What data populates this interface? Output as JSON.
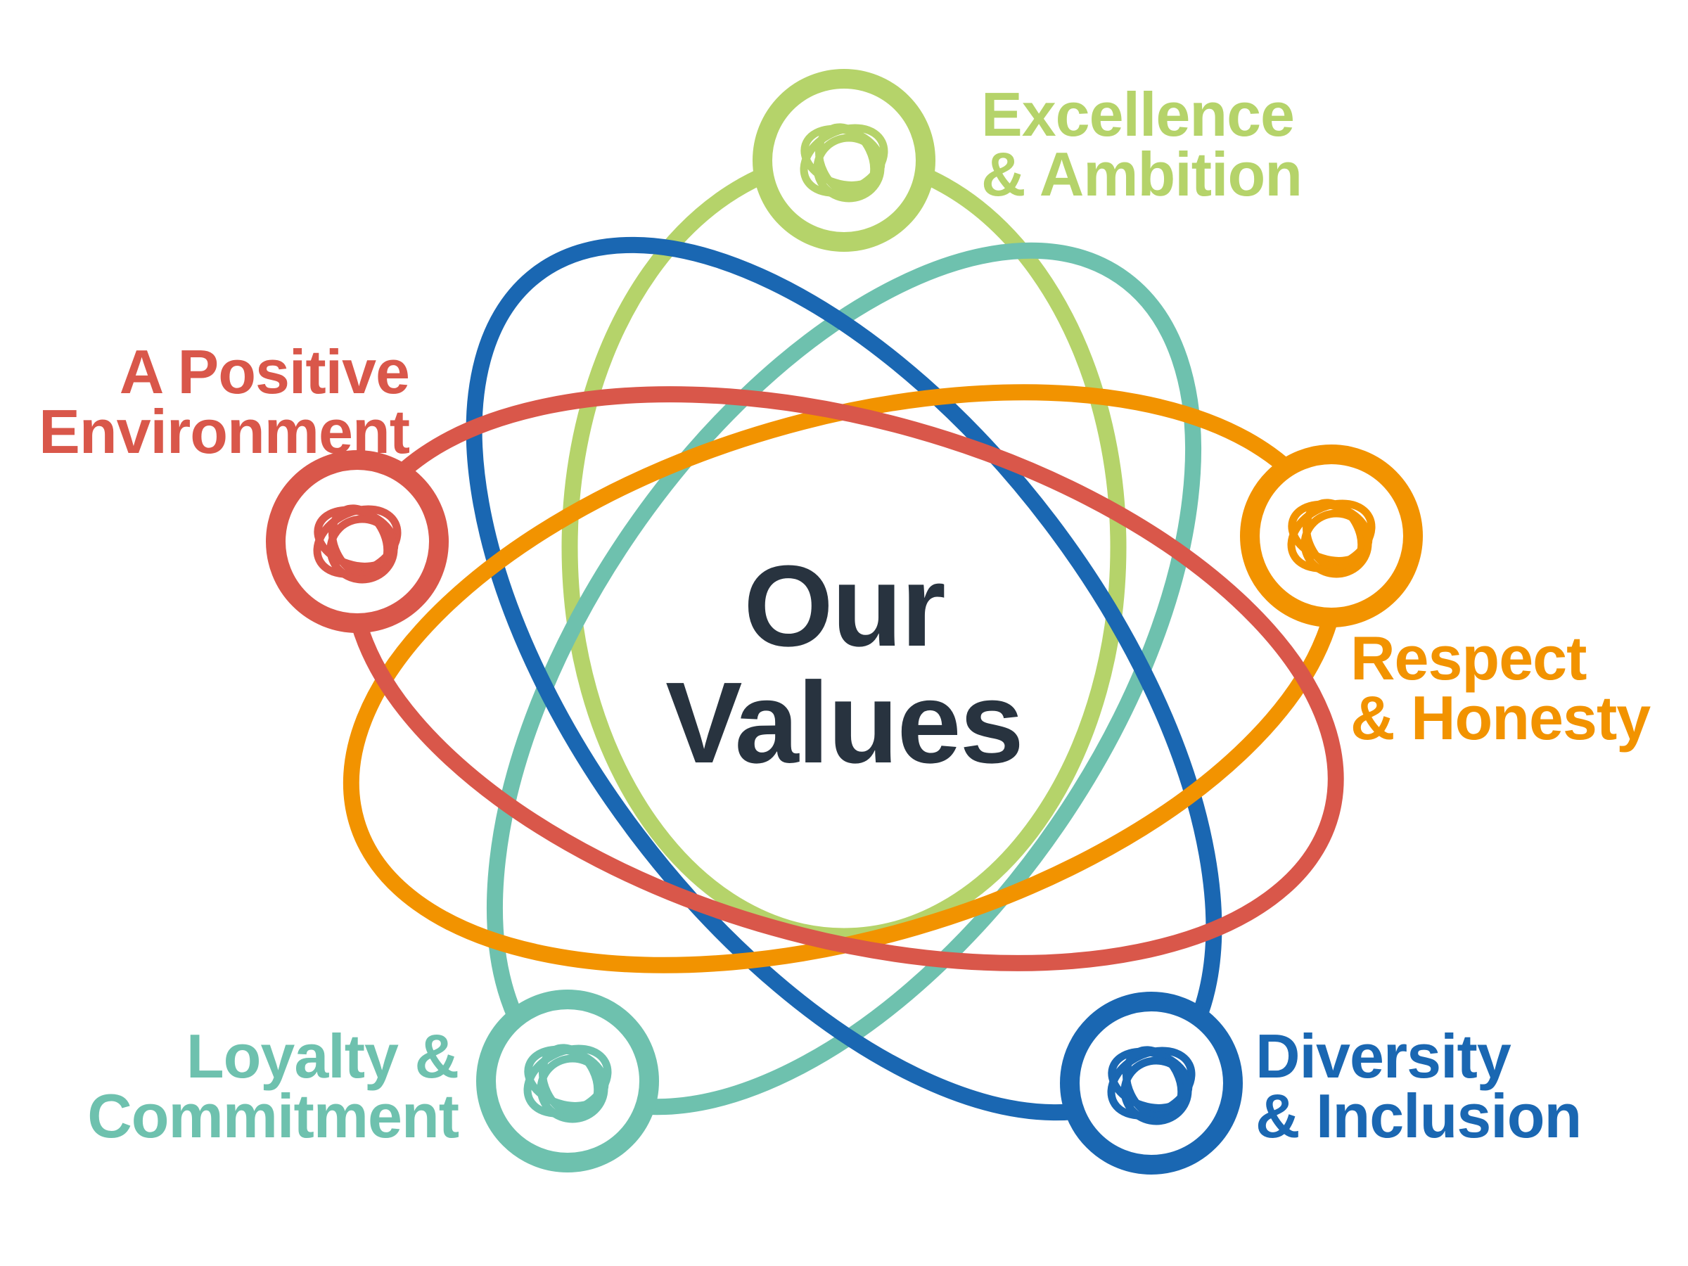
{
  "title": {
    "line1": "Our",
    "line2": "Values"
  },
  "colors": {
    "background": "#ffffff",
    "center_text": "#28333f",
    "excellence_green": "#b5d36a",
    "positive_red": "#d9574a",
    "respect_orange": "#f29300",
    "loyalty_teal": "#6ec1ae",
    "diversity_blue": "#1a67b2"
  },
  "values": [
    {
      "id": "excellence-ambition",
      "line1": "Excellence",
      "line2": "& Ambition",
      "color": "#b5d36a",
      "position": "top"
    },
    {
      "id": "positive-environment",
      "line1": "A Positive",
      "line2": "Environment",
      "color": "#d9574a",
      "position": "left"
    },
    {
      "id": "respect-honesty",
      "line1": "Respect",
      "line2": "& Honesty",
      "color": "#f29300",
      "position": "right"
    },
    {
      "id": "loyalty-commitment",
      "line1": "Loyalty &",
      "line2": "Commitment",
      "color": "#6ec1ae",
      "position": "bottom-left"
    },
    {
      "id": "diversity-inclusion",
      "line1": "Diversity",
      "line2": "& Inclusion",
      "color": "#1a67b2",
      "position": "bottom-right"
    }
  ]
}
